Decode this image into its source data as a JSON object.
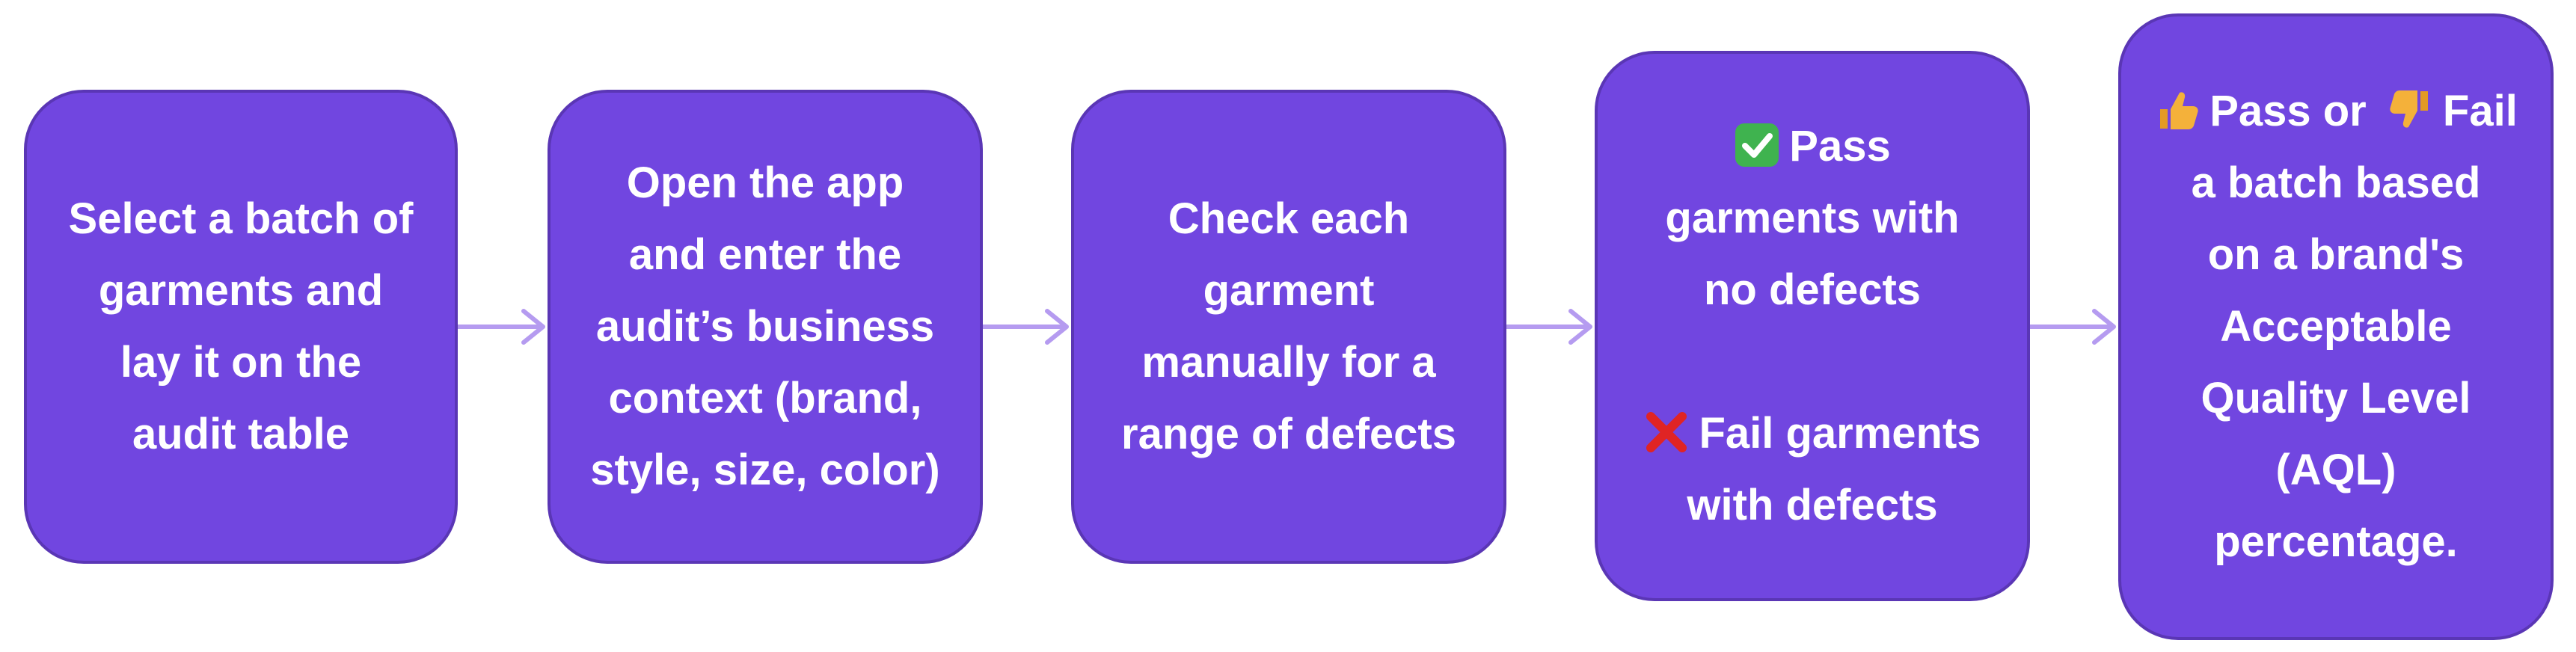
{
  "steps": [
    {
      "lines": [
        "Select a batch of",
        "garments and",
        "lay it on the",
        "audit table"
      ]
    },
    {
      "lines": [
        "Open the app",
        "and enter the",
        "audit’s business",
        "context (brand,",
        "style, size, color)"
      ]
    },
    {
      "lines": [
        "Check each",
        "garment",
        "manually for a",
        "range of defects"
      ]
    },
    {
      "pass_lines": [
        "Pass",
        "garments with",
        "no defects"
      ],
      "fail_lines": [
        "Fail garments",
        "with defects"
      ],
      "icons": [
        "check-mark-icon",
        "cross-mark-icon"
      ]
    },
    {
      "first_line_parts": [
        "Pass or",
        "Fail"
      ],
      "lines": [
        "a batch based",
        "on a brand's",
        "Acceptable",
        "Quality Level",
        "(AQL)",
        "percentage."
      ],
      "icons": [
        "thumbs-up-icon",
        "thumbs-down-icon"
      ]
    }
  ],
  "colors": {
    "box_fill": "#7146E0",
    "box_border": "#5A36B5",
    "arrow": "#B59BF0",
    "text": "#FFFFFF",
    "check_green": "#3FB34F",
    "cross_red": "#E02424",
    "thumb_yellow": "#F4B13A"
  }
}
